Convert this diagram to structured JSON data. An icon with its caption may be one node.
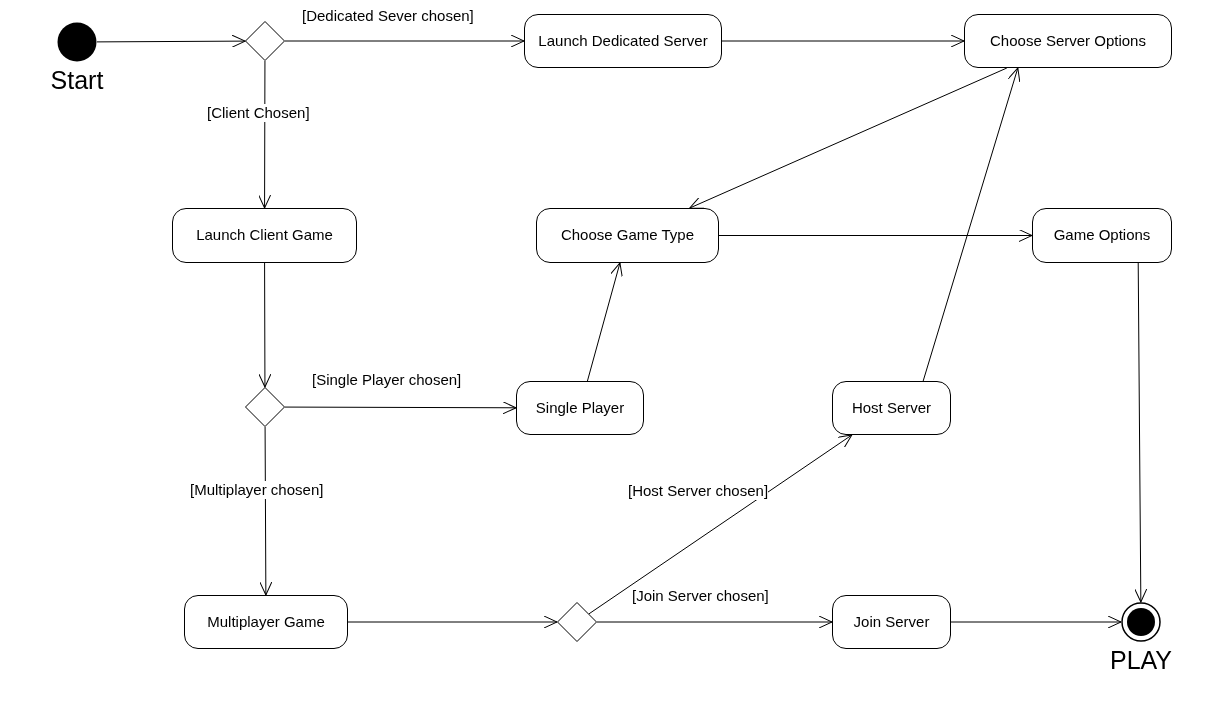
{
  "diagram": {
    "nodes": [
      {
        "text": [],
        "shape": "circle",
        "beside": [
          "Start"
        ]
      },
      {
        "text": [],
        "shape": "diamond"
      },
      {
        "text": [
          "Launch Dedicated Server"
        ]
      },
      {
        "text": [
          "Choose Server Options"
        ]
      },
      {
        "text": [
          "Launch Client Game"
        ]
      },
      {
        "text": [
          "Choose Game Type"
        ]
      },
      {
        "text": [
          "Game Options"
        ]
      },
      {
        "text": [],
        "shape": "diamond"
      },
      {
        "text": [
          "Single Player"
        ]
      },
      {
        "text": [
          "Host Server"
        ]
      },
      {
        "text": [
          "Multiplayer Game"
        ]
      },
      {
        "text": [],
        "shape": "diamond"
      },
      {
        "text": [
          "Join Server"
        ]
      },
      {
        "text": [],
        "shape": "circle",
        "beside": [
          "PLAY"
        ]
      }
    ],
    "edges": [
      {
        "from": 0,
        "to": 1,
        "arrow": "to"
      },
      {
        "from": 1,
        "to": 2,
        "arrow": "to",
        "label": "[Dedicated Sever chosen]"
      },
      {
        "from": 1,
        "to": 4,
        "arrow": "to",
        "label": "[Client Chosen]"
      },
      {
        "from": 2,
        "to": 3,
        "arrow": "to"
      },
      {
        "from": 3,
        "to": 5,
        "arrow": "to"
      },
      {
        "from": 5,
        "to": 6,
        "arrow": "to"
      },
      {
        "from": 4,
        "to": 7,
        "arrow": "to"
      },
      {
        "from": 7,
        "to": 8,
        "arrow": "to",
        "label": "[Single Player chosen]"
      },
      {
        "from": 8,
        "to": 5,
        "arrow": "to"
      },
      {
        "from": 7,
        "to": 10,
        "arrow": "to",
        "label": "[Multiplayer chosen]"
      },
      {
        "from": 10,
        "to": 11,
        "arrow": "to"
      },
      {
        "from": 11,
        "to": 9,
        "arrow": "to",
        "label": "[Host Server chosen]"
      },
      {
        "from": 11,
        "to": 12,
        "arrow": "to",
        "label": "[Join Server chosen]"
      },
      {
        "from": 9,
        "to": 3,
        "arrow": "to"
      },
      {
        "from": 12,
        "to": 13,
        "arrow": "to"
      },
      {
        "from": 6,
        "to": 13,
        "arrow": "to"
      }
    ]
  }
}
